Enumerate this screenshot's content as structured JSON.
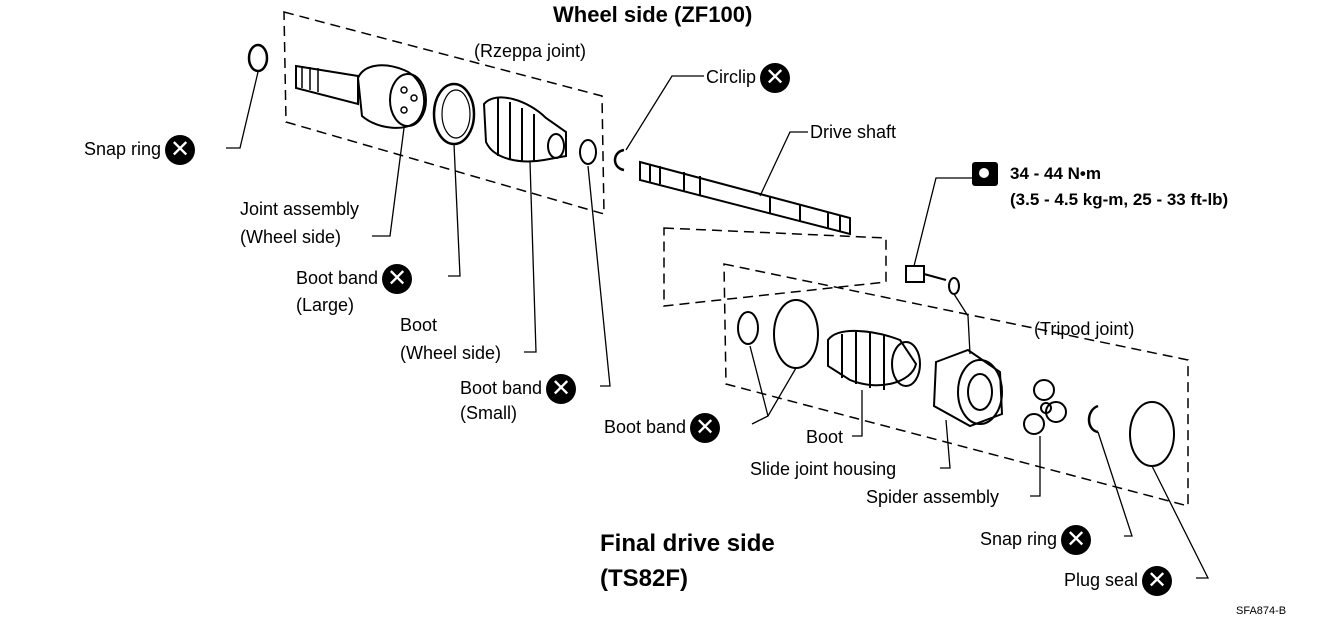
{
  "title_top": "Wheel side (ZF100)",
  "title_bottom_1": "Final drive side",
  "title_bottom_2": "(TS82F)",
  "rzeppa": "(Rzeppa joint)",
  "tripod": "(Tripod joint)",
  "labels": {
    "snap_ring_top": "Snap ring",
    "joint_assembly_1": "Joint assembly",
    "joint_assembly_2": "(Wheel side)",
    "boot_band_large_1": "Boot band",
    "boot_band_large_2": "(Large)",
    "boot_wheel_1": "Boot",
    "boot_wheel_2": "(Wheel side)",
    "boot_band_small_1": "Boot band",
    "boot_band_small_2": "(Small)",
    "circlip": "Circlip",
    "drive_shaft": "Drive shaft",
    "boot_band_final": "Boot band",
    "boot_final": "Boot",
    "slide_joint_housing": "Slide joint housing",
    "spider_assembly": "Spider assembly",
    "snap_ring_bottom": "Snap ring",
    "plug_seal": "Plug seal"
  },
  "torque": {
    "line1": "34 - 44 N•m",
    "line2": "(3.5 - 4.5 kg-m, 25 - 33 ft-lb)"
  },
  "x_symbol": "✕",
  "ref_code": "SFA874-B"
}
